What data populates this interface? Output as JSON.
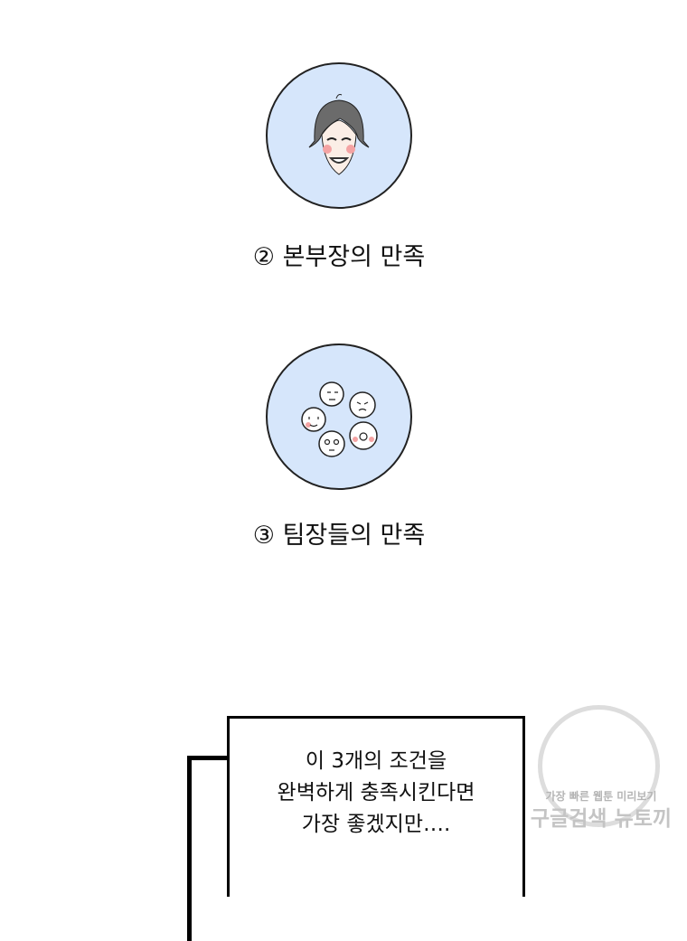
{
  "items": [
    {
      "label": "② 본부장의 만족",
      "illustration": "smiling-manager-face"
    },
    {
      "label": "③ 팀장들의 만족",
      "illustration": "five-small-faces"
    }
  ],
  "caption": {
    "lines": [
      "이 3개의 조건을",
      "완벽하게 충족시킨다면",
      "가장 좋겠지만…."
    ]
  },
  "watermark": {
    "line1": "가장 빠른 웹툰 미리보기",
    "line2": "구글검색 뉴토끼"
  },
  "colors": {
    "circle_fill": "#d6e6fb",
    "outline": "#000000"
  }
}
